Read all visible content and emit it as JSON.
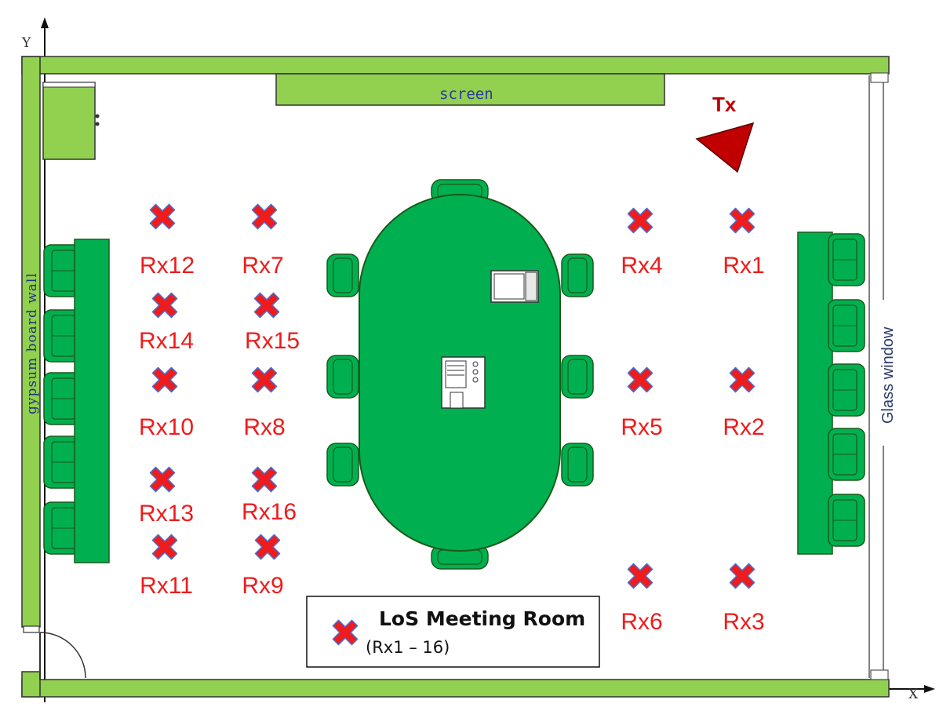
{
  "axes": {
    "x_label": "X",
    "y_label": "Y"
  },
  "room": {
    "screen_label": "screen",
    "left_wall_label": "gypsum board wall",
    "right_wall_label": "Glass window"
  },
  "transmitter": {
    "label": "Tx"
  },
  "receivers": [
    {
      "id": "rx1",
      "label": "Rx1"
    },
    {
      "id": "rx2",
      "label": "Rx2"
    },
    {
      "id": "rx3",
      "label": "Rx3"
    },
    {
      "id": "rx4",
      "label": "Rx4"
    },
    {
      "id": "rx5",
      "label": "Rx5"
    },
    {
      "id": "rx6",
      "label": "Rx6"
    },
    {
      "id": "rx7",
      "label": "Rx7"
    },
    {
      "id": "rx8",
      "label": "Rx8"
    },
    {
      "id": "rx9",
      "label": "Rx9"
    },
    {
      "id": "rx10",
      "label": "Rx10"
    },
    {
      "id": "rx11",
      "label": "Rx11"
    },
    {
      "id": "rx12",
      "label": "Rx12"
    },
    {
      "id": "rx13",
      "label": "Rx13"
    },
    {
      "id": "rx14",
      "label": "Rx14"
    },
    {
      "id": "rx15",
      "label": "Rx15"
    },
    {
      "id": "rx16",
      "label": "Rx16"
    }
  ],
  "legend": {
    "title": "LoS Meeting Room",
    "subtitle": "(Rx1 – 16)"
  },
  "colors": {
    "wall_green": "#92d050",
    "furniture_green": "#00b050",
    "marker_red": "#ee1c1c",
    "marker_outline": "#4a6fd0",
    "tx_red": "#c00000",
    "label_red": "#ee1c1c"
  }
}
